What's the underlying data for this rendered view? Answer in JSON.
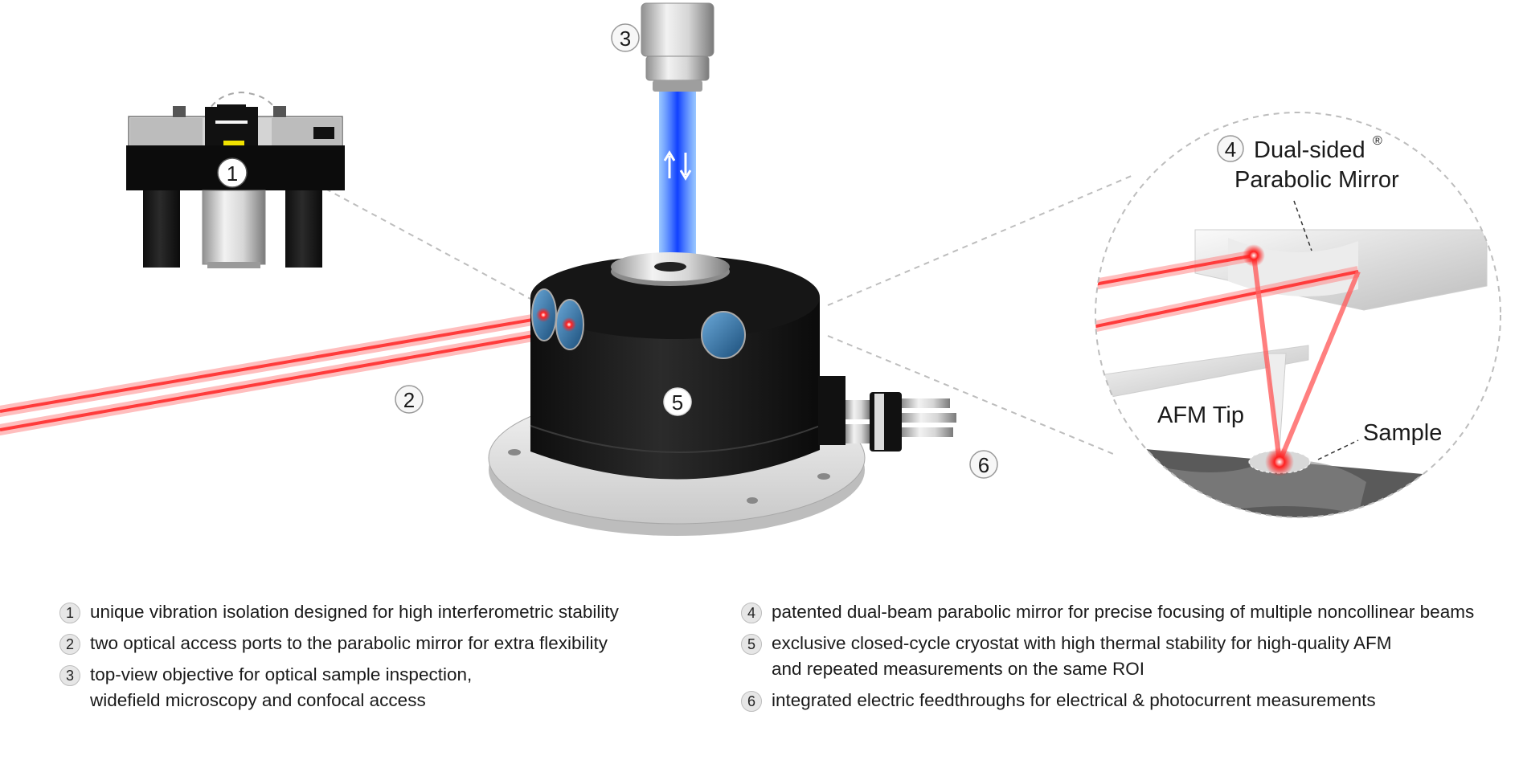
{
  "callouts": {
    "n1": "1",
    "n2": "2",
    "n3": "3",
    "n4": "4",
    "n5": "5",
    "n6": "6",
    "mirror_line1": "Dual-sided",
    "mirror_reg": "®",
    "mirror_line2": "Parabolic Mirror",
    "afm_tip": "AFM Tip",
    "sample": "Sample"
  },
  "legend": [
    {
      "num": "1",
      "text": "unique vibration isolation designed for high interferometric stability"
    },
    {
      "num": "2",
      "text": "two optical access ports to the parabolic mirror for extra flexibility"
    },
    {
      "num": "3",
      "text": "top-view objective for optical sample inspection,\nwidefield microscopy and confocal access"
    },
    {
      "num": "4",
      "text": "patented dual-beam parabolic mirror for precise focusing of multiple noncollinear beams"
    },
    {
      "num": "5",
      "text": "exclusive closed-cycle cryostat with high thermal stability for high-quality AFM\nand repeated measurements on the same ROI"
    },
    {
      "num": "6",
      "text": "integrated electric feedthroughs for electrical & photocurrent measurements"
    }
  ],
  "colors": {
    "laser": "#ff3b3b",
    "blue_beam": "#1f5bff",
    "body": "#1c1c1c"
  }
}
